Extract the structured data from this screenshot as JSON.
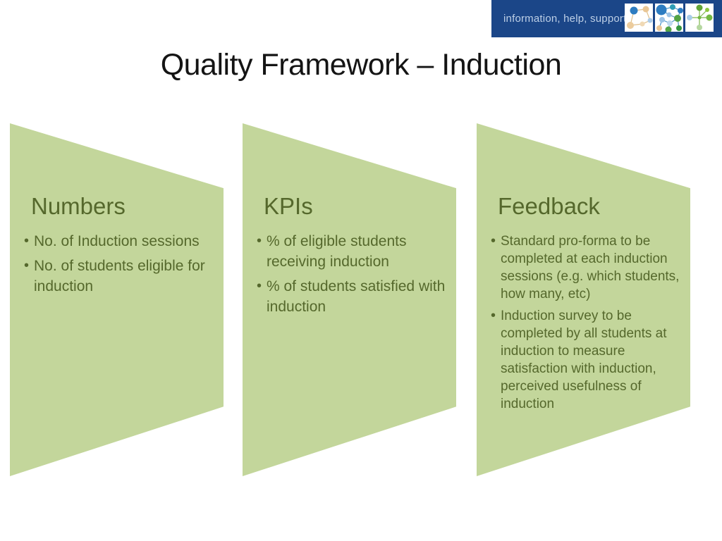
{
  "slide": {
    "title": "Quality Framework – Induction"
  },
  "logo": {
    "tagline": "information, help, support"
  },
  "columns": [
    {
      "heading": "Numbers",
      "bullets": [
        "No. of Induction sessions",
        "No. of students eligible for induction"
      ]
    },
    {
      "heading": "KPIs",
      "bullets": [
        "% of eligible students receiving induction",
        "% of students satisfied with induction"
      ]
    },
    {
      "heading": "Feedback",
      "bullets": [
        "Standard pro-forma to be completed at each induction sessions (e.g. which students, how many, etc)",
        "Induction survey to be completed by all students at induction to measure satisfaction with induction, perceived usefulness of induction"
      ]
    }
  ],
  "bullet_marker": "•",
  "colors": {
    "shape_fill": "#c3d69b",
    "shape_text": "#55682c",
    "title_text": "#141414",
    "logo_bar": "#1b4688",
    "logo_text": "#bdcfe6"
  }
}
